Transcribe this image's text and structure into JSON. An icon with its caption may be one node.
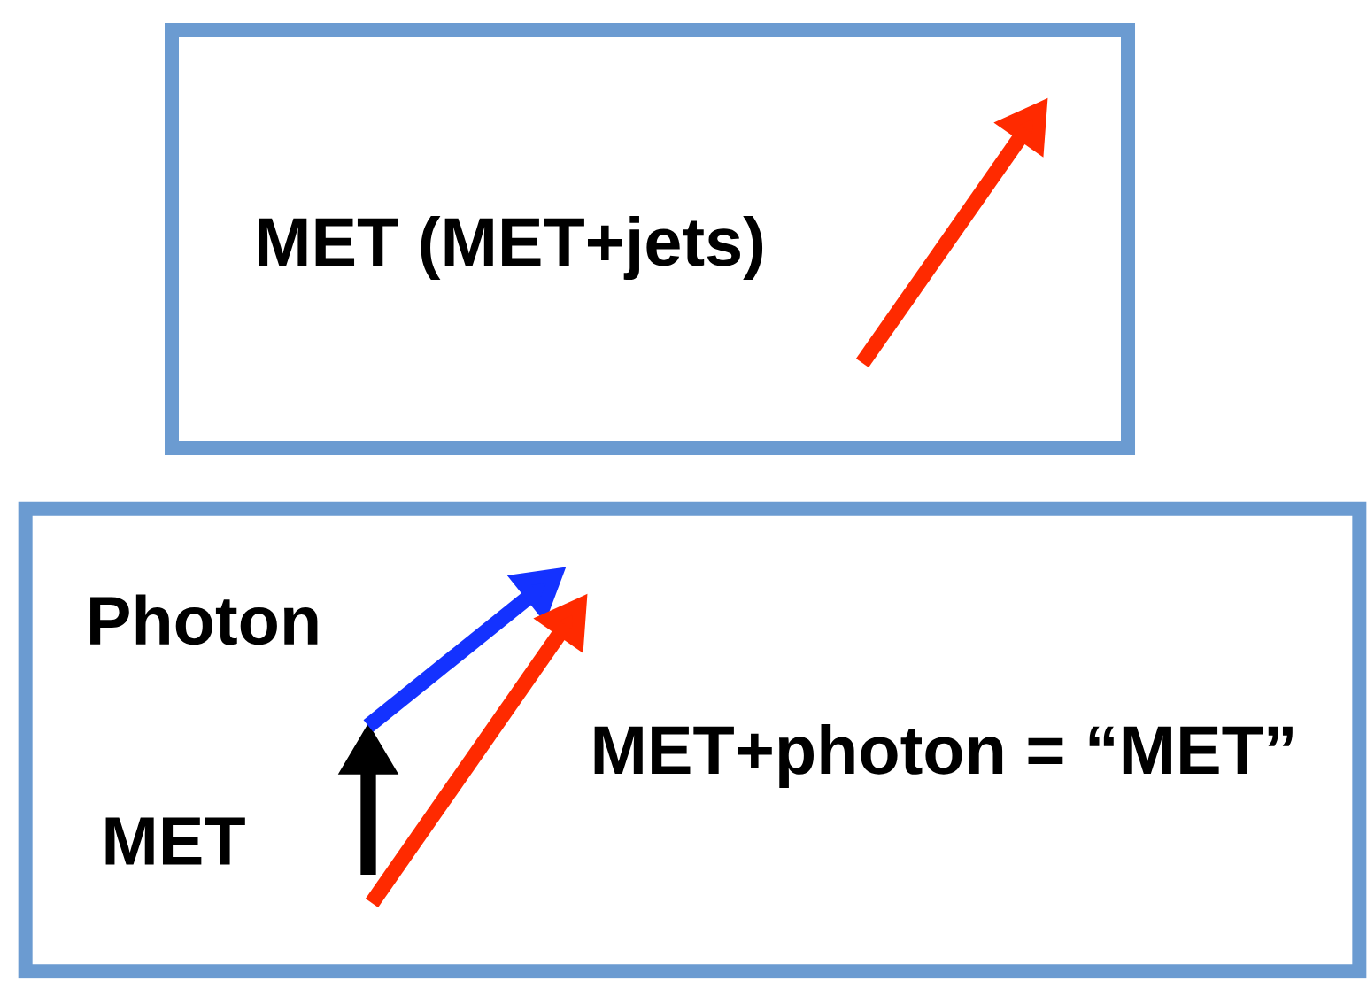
{
  "diagram": {
    "nodes": [
      {
        "text": [
          "MET (MET+jets)"
        ]
      },
      {
        "text": [
          "Photon",
          "MET",
          "MET+photon = “MET”"
        ]
      }
    ]
  }
}
